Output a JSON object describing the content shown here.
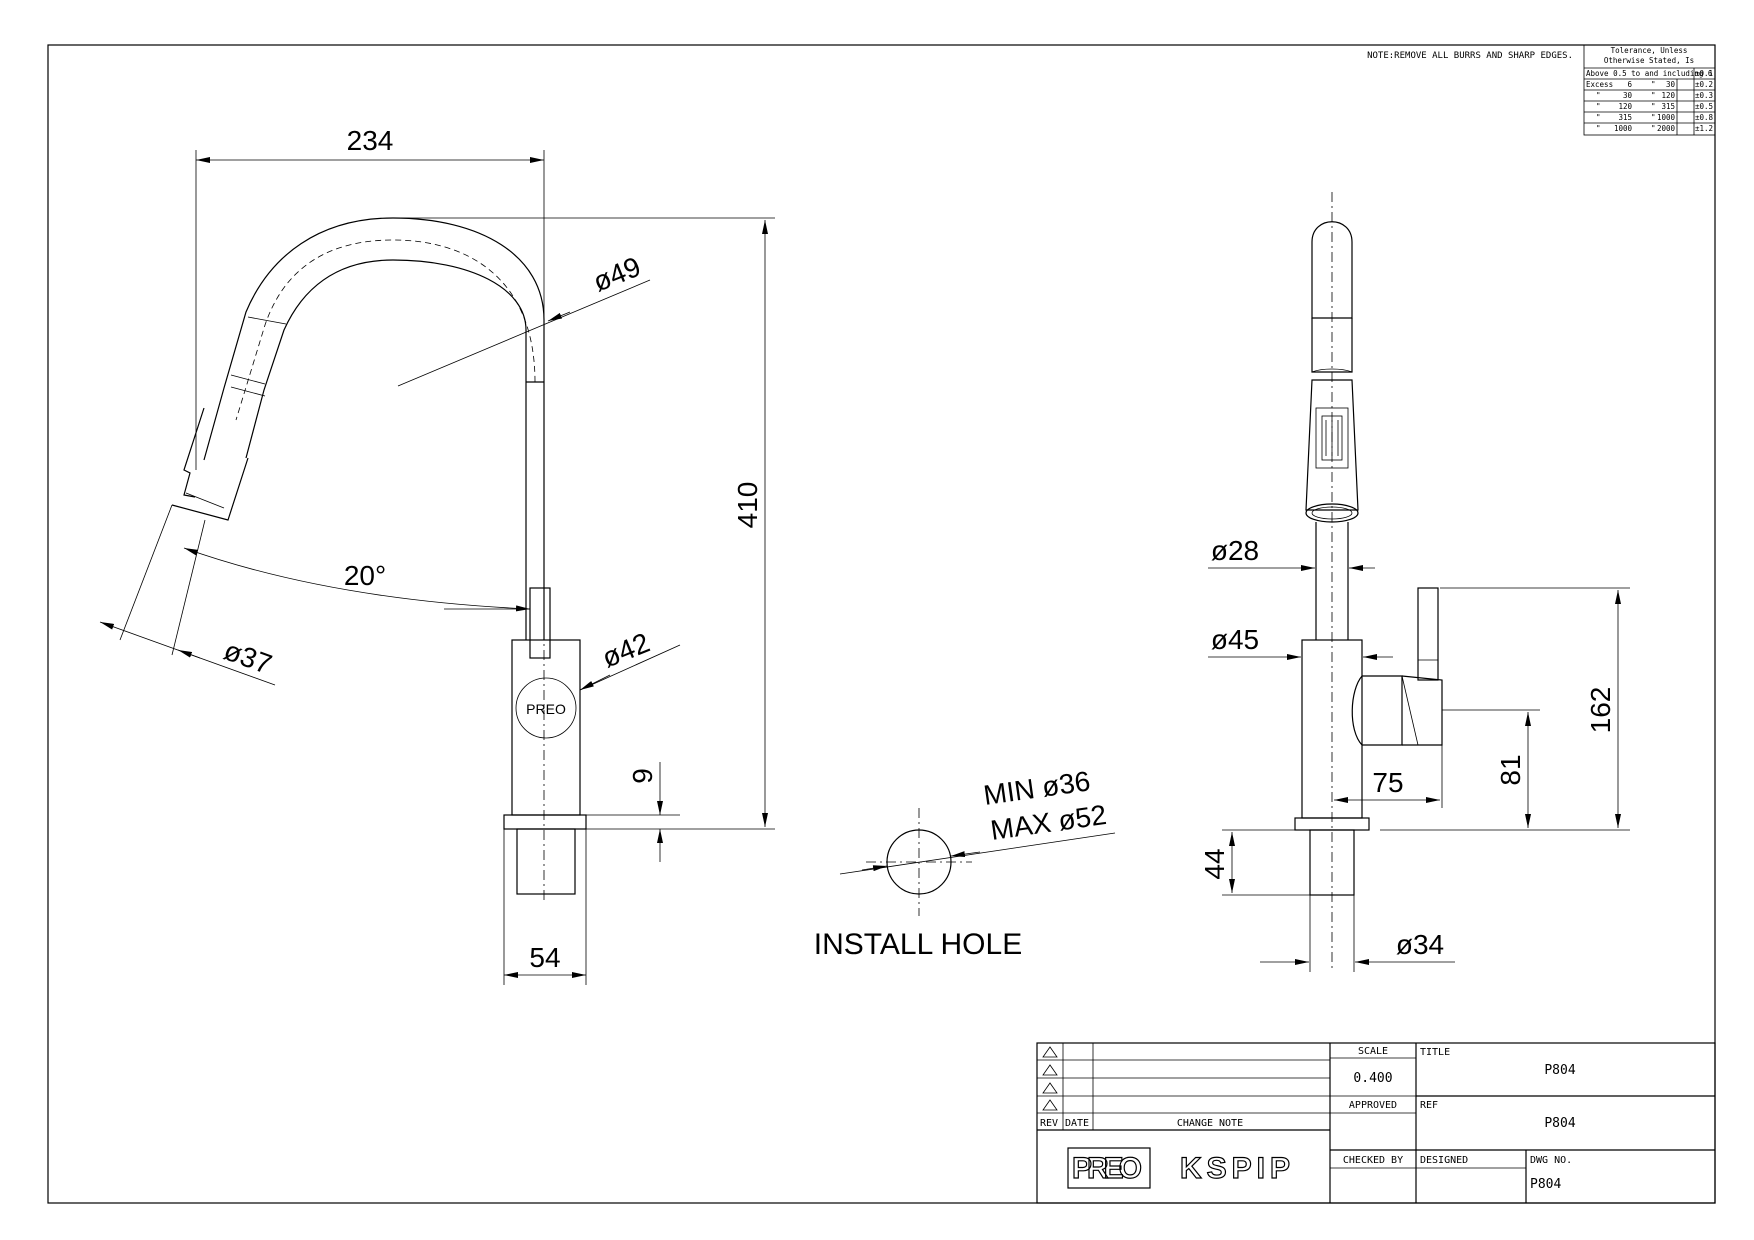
{
  "note": "NOTE:REMOVE ALL BURRS AND SHARP EDGES.",
  "tolerance": {
    "title1": "Tolerance, Unless",
    "title2": "Otherwise Stated, Is",
    "rows": [
      {
        "c1": "Above 0.5 to and including 6",
        "c2": "",
        "c3": "",
        "c4": "",
        "tol": "±0.1"
      },
      {
        "c1": "Excess",
        "c2": "6",
        "c3": "\"",
        "c4": "30",
        "tol": "±0.2"
      },
      {
        "c1": "\"",
        "c2": "30",
        "c3": "\"",
        "c4": "120",
        "tol": "±0.3"
      },
      {
        "c1": "\"",
        "c2": "120",
        "c3": "\"",
        "c4": "315",
        "tol": "±0.5"
      },
      {
        "c1": "\"",
        "c2": "315",
        "c3": "\"",
        "c4": "1000",
        "tol": "±0.8"
      },
      {
        "c1": "\"",
        "c2": "1000",
        "c3": "\"",
        "c4": "2000",
        "tol": "±1.2"
      }
    ]
  },
  "dims": {
    "d234": "234",
    "d49": "ø49",
    "d410": "410",
    "d20": "20°",
    "d37": "ø37",
    "d42": "ø42",
    "d9": "9",
    "d54": "54",
    "d28": "ø28",
    "d45": "ø45",
    "d162": "162",
    "d75": "75",
    "d81": "81",
    "d44": "44",
    "d34": "ø34",
    "min": "MIN ø36",
    "max": "MAX ø52"
  },
  "install_hole": "INSTALL HOLE",
  "body_brand": "PREO",
  "title_block": {
    "rev": "REV",
    "date": "DATE",
    "change_note": "CHANGE NOTE",
    "scale_label": "SCALE",
    "scale_value": "0.400",
    "approved_label": "APPROVED",
    "checked_label": "CHECKED BY",
    "title_label": "TITLE",
    "title_value": "P804",
    "ref_label": "REF",
    "ref_value": "P804",
    "designed_label": "DESIGNED",
    "dwg_label": "DWG NO.",
    "dwg_value": "P804",
    "logo1": "PREO",
    "logo2": "KSPIP"
  }
}
